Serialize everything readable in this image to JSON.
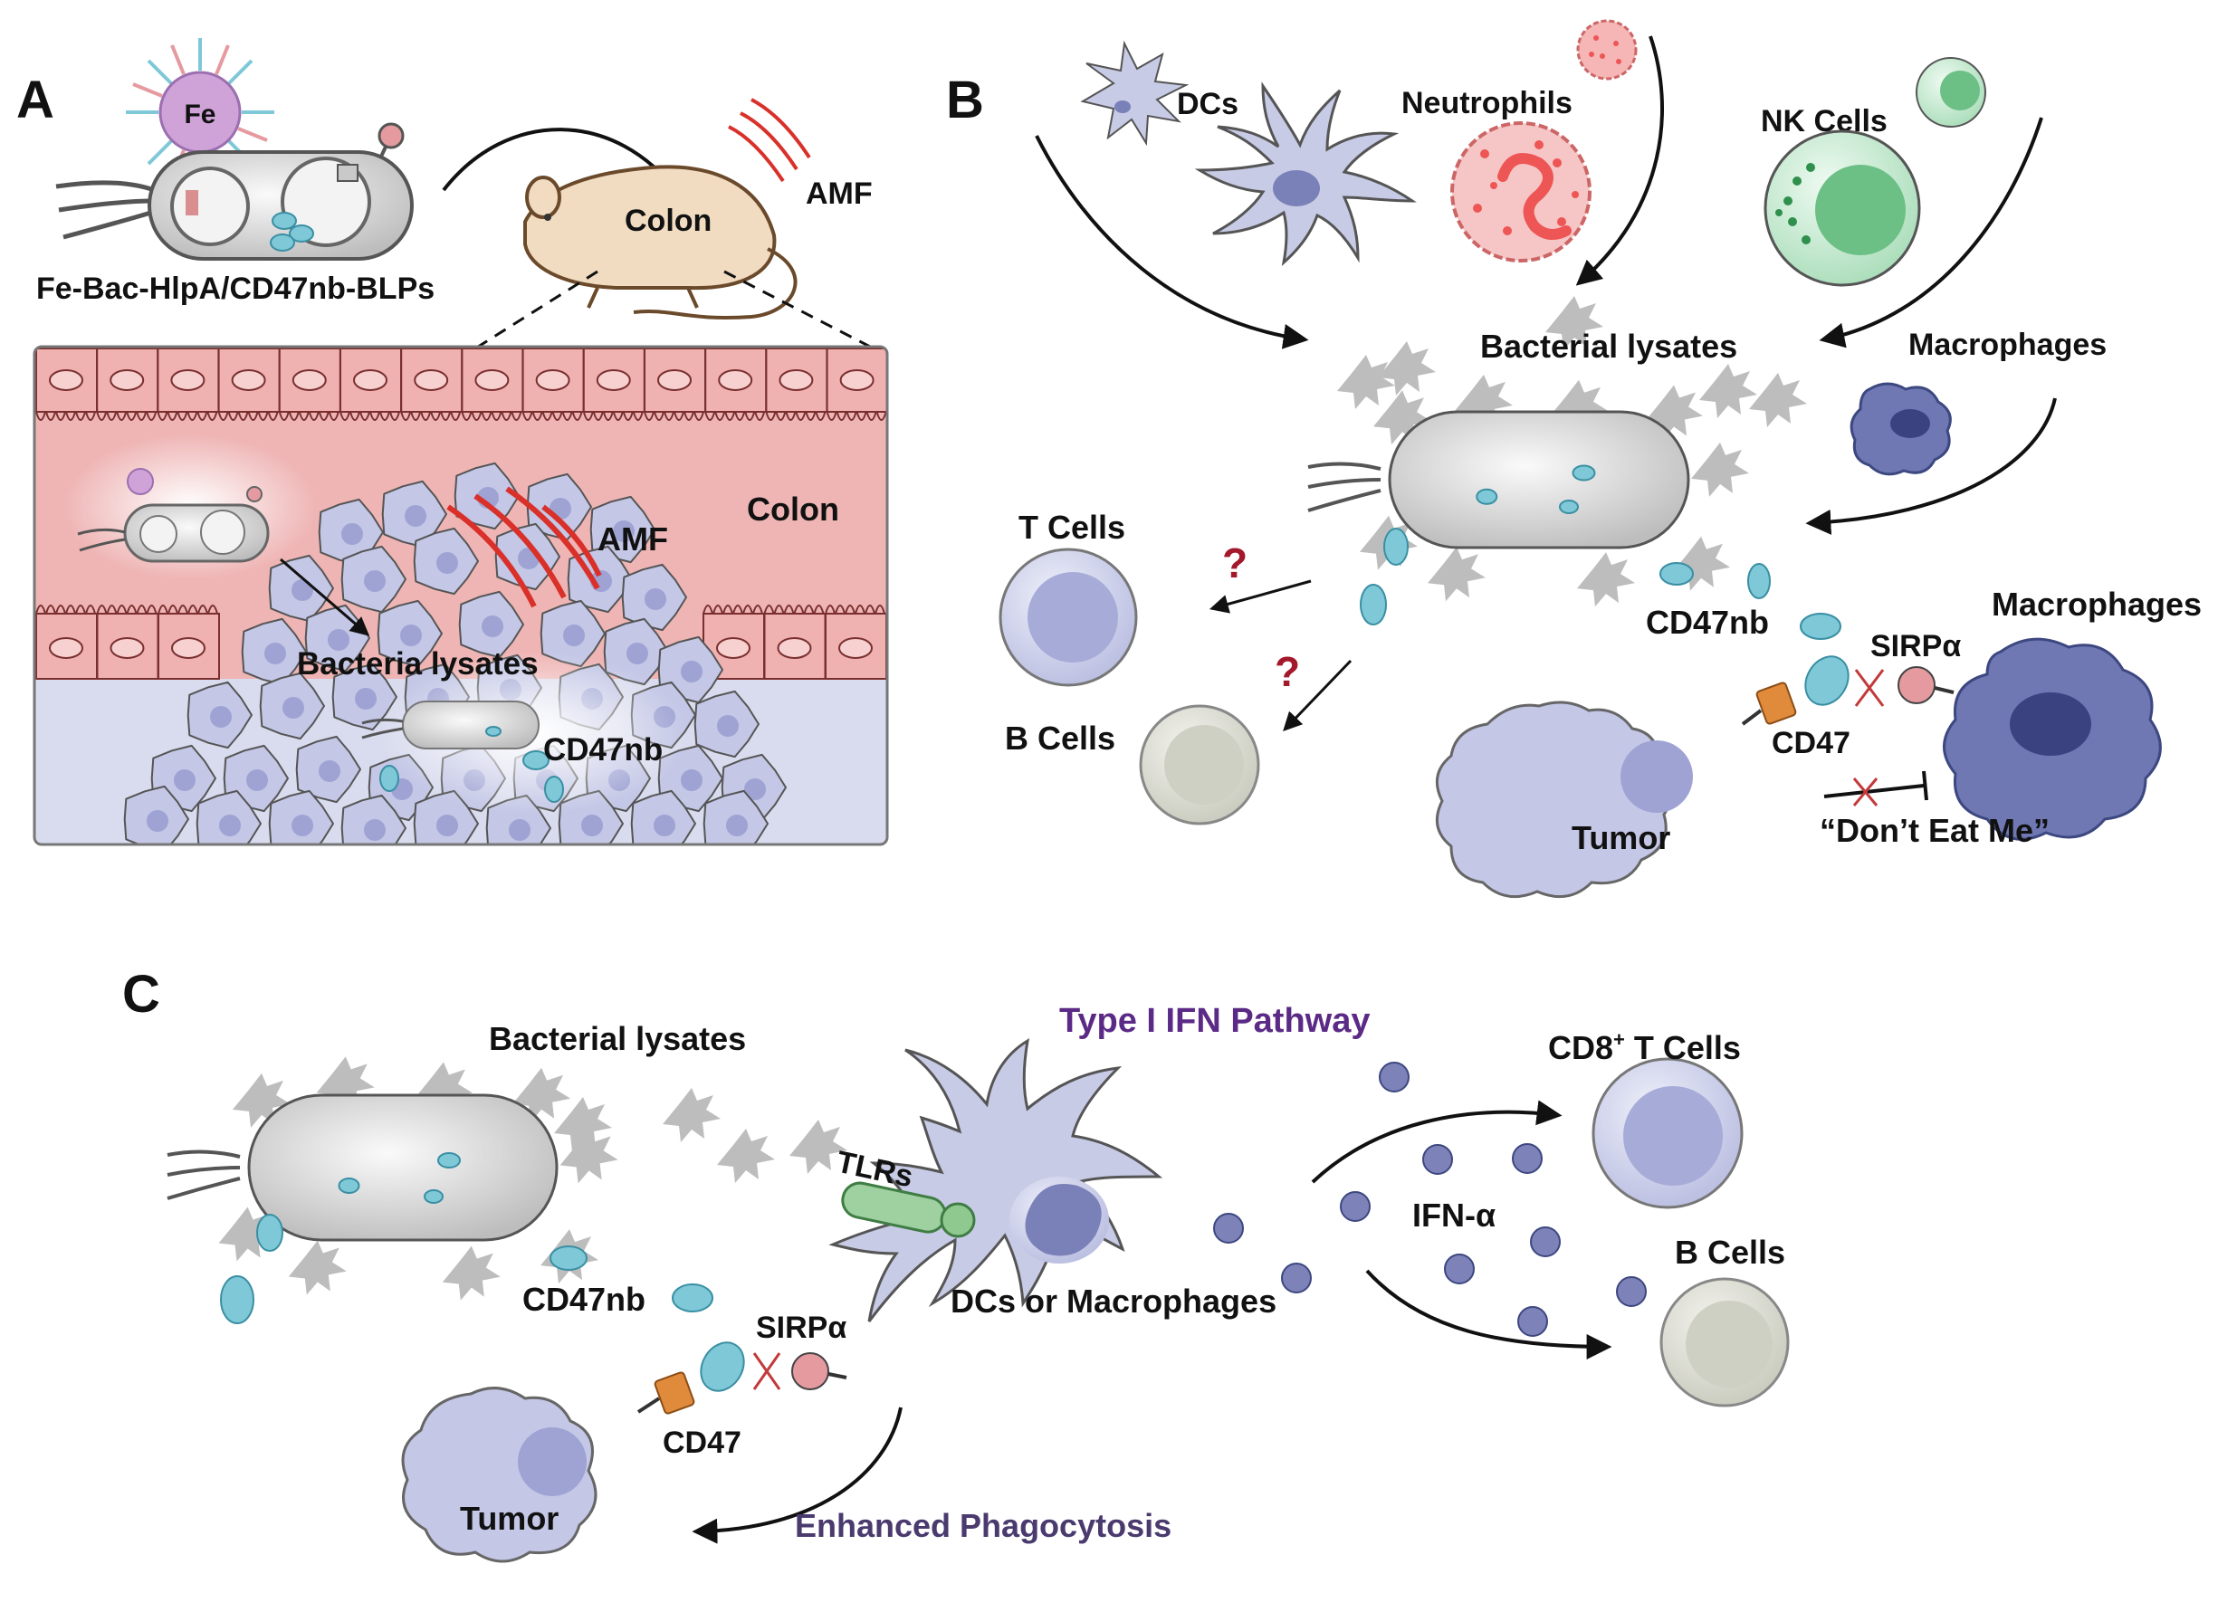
{
  "panels": {
    "a": "A",
    "b": "B",
    "c": "C"
  },
  "colors": {
    "bacteria_fill": "#e4e4e4",
    "lysate": "#bdbdbd",
    "cd47nb": "#7ec8d8",
    "cd47": "#e08a3c",
    "sirpa": "#e59aa0",
    "immune": "#c8cbe6",
    "macrophage": "#6f78b3",
    "tumor": "#c4c7e6",
    "nk": "#9fd9b0",
    "neutrophil": "#f6b6b6",
    "colon_tissue": "#efb5b5",
    "colon_lumen": "#d9dcee",
    "amf": "#d9302a",
    "question": "#a3182b",
    "purple_text": "#5b2a86",
    "phago_text": "#4a3a6e"
  },
  "panel_a": {
    "fe_label": "Fe",
    "bacteria_name": "Fe-Bac-HlpA/CD47nb-BLPs",
    "colon_mouse": "Colon",
    "amf_top": "AMF",
    "colon_tissue": "Colon",
    "amf_tumor": "AMF",
    "lysates": "Bacteria lysates",
    "cd47nb": "CD47nb"
  },
  "panel_b": {
    "dcs": "DCs",
    "neutrophils": "Neutrophils",
    "nk_cells": "NK Cells",
    "bacterial_lysates": "Bacterial lysates",
    "macrophages_top": "Macrophages",
    "t_cells": "T Cells",
    "b_cells": "B Cells",
    "question": "?",
    "cd47nb": "CD47nb",
    "sirpa": "SIRPα",
    "macrophages_right": "Macrophages",
    "cd47": "CD47",
    "tumor": "Tumor",
    "dont_eat": "“Don’t Eat Me”"
  },
  "panel_c": {
    "bacterial_lysates": "Bacterial lysates",
    "pathway": "Type I IFN Pathway",
    "cd8_prefix": "CD8",
    "cd8_sup": "+",
    "cd8_suffix": " T Cells",
    "tlrs": "TLRs",
    "ifn": "IFN-α",
    "b_cells": "B Cells",
    "cd47nb": "CD47nb",
    "dcs_macro": "DCs or Macrophages",
    "sirpa": "SIRPα",
    "cd47": "CD47",
    "tumor": "Tumor",
    "phagocytosis": "Enhanced Phagocytosis"
  }
}
